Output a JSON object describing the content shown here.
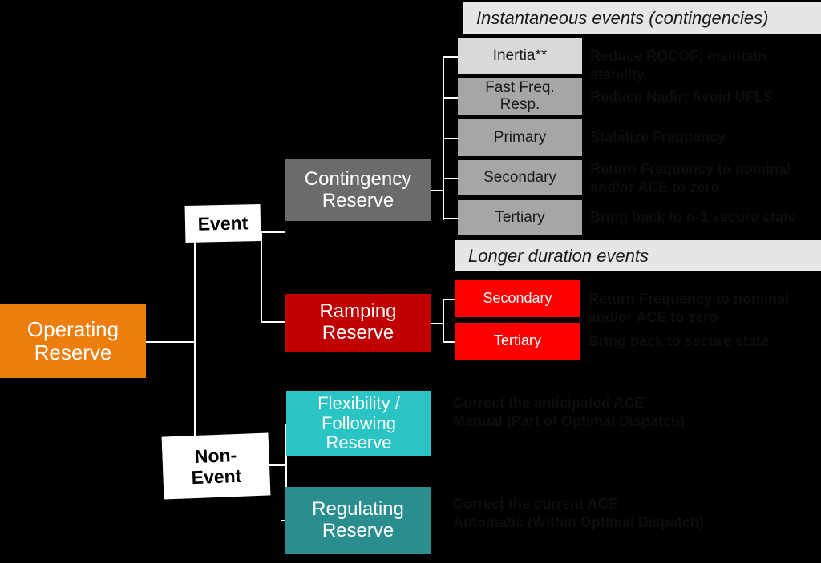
{
  "diagram": {
    "title": "Operating Reserve taxonomy",
    "root": {
      "label": "Operating\nReserve",
      "color": "#ED7D0D"
    },
    "group_labels": {
      "event": "Event",
      "non_event": "Non-\nEvent"
    },
    "section_headers": {
      "instantaneous": "Instantaneous events (contingencies)",
      "longer": "Longer duration events"
    },
    "categories": [
      {
        "label": "Contingency\nReserve",
        "color": "#6B6B6B"
      },
      {
        "label": "Ramping\nReserve",
        "color": "#C00000"
      },
      {
        "label": "Flexibility /\nFollowing\nReserve",
        "color": "#2BC4C4"
      },
      {
        "label": "Regulating\nReserve",
        "color": "#2A8E8E"
      }
    ],
    "instantaneous_services": [
      {
        "name": "Inertia**",
        "purpose": "Reduce ROCOF; maintain stability",
        "color": "#D9D9D9"
      },
      {
        "name": "Fast Freq.\nResp.",
        "purpose": "Reduce Nadir; Avoid UFLS",
        "color": "#A6A6A6"
      },
      {
        "name": "Primary",
        "purpose": "Stabilize Frequency",
        "color": "#A6A6A6"
      },
      {
        "name": "Secondary",
        "purpose": "Return Frequency to nominal\nand/or ACE to zero",
        "color": "#A6A6A6"
      },
      {
        "name": "Tertiary",
        "purpose": "Bring back to n-1 secure state",
        "color": "#A6A6A6"
      }
    ],
    "longer_services": [
      {
        "name": "Secondary",
        "purpose": "Return Frequency to nominal\nand/or ACE to zero",
        "color": "#FF0000"
      },
      {
        "name": "Tertiary",
        "purpose": "Bring back to secure state",
        "color": "#FF0000"
      }
    ],
    "non_event_descriptions": [
      {
        "for": "Flexibility / Following Reserve",
        "purpose": "Correct the anticipated ACE\nManual (Part of Optimal Dispatch)"
      },
      {
        "for": "Regulating Reserve",
        "purpose": "Correct the current ACE\nAutomatic (Within Optimal Dispatch)"
      }
    ],
    "colors": {
      "background": "#000000",
      "root": "#ED7D0D",
      "contingency": "#6B6B6B",
      "ramping": "#C00000",
      "flexibility": "#2BC4C4",
      "regulating": "#2A8E8E",
      "chip_light": "#D9D9D9",
      "chip_gray": "#A6A6A6",
      "chip_red": "#FF0000",
      "section_bar": "#E6E6E6"
    }
  }
}
